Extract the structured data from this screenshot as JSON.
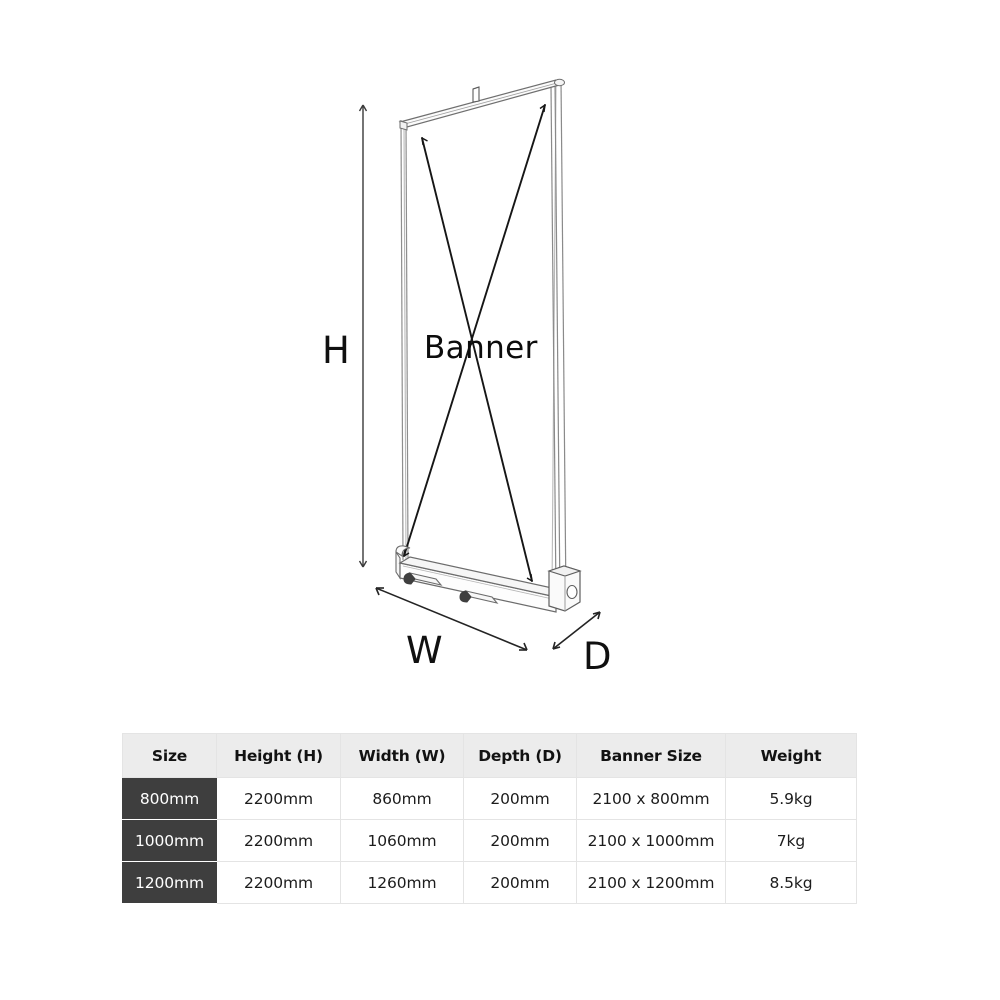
{
  "illustration": {
    "product_label": "Banner",
    "dimension_labels": {
      "height": "H",
      "width": "W",
      "depth": "D"
    },
    "line_color": "#1a1a1a",
    "thin_line_color": "#9a9a9a"
  },
  "table": {
    "headers": [
      "Size",
      "Height (H)",
      "Width (W)",
      "Depth (D)",
      "Banner Size",
      "Weight"
    ],
    "rows": [
      {
        "size": "800mm",
        "height": "2200mm",
        "width": "860mm",
        "depth": "200mm",
        "banner_size": "2100 x 800mm",
        "weight": "5.9kg"
      },
      {
        "size": "1000mm",
        "height": "2200mm",
        "width": "1060mm",
        "depth": "200mm",
        "banner_size": "2100 x 1000mm",
        "weight": "7kg"
      },
      {
        "size": "1200mm",
        "height": "2200mm",
        "width": "1260mm",
        "depth": "200mm",
        "banner_size": "2100 x 1200mm",
        "weight": "8.5kg"
      }
    ],
    "colors": {
      "header_background": "#ececec",
      "size_cell_background": "#3e3e3e",
      "size_cell_text": "#ffffff",
      "border": "#e4e4e4",
      "body_text": "#1c1c1c"
    }
  }
}
